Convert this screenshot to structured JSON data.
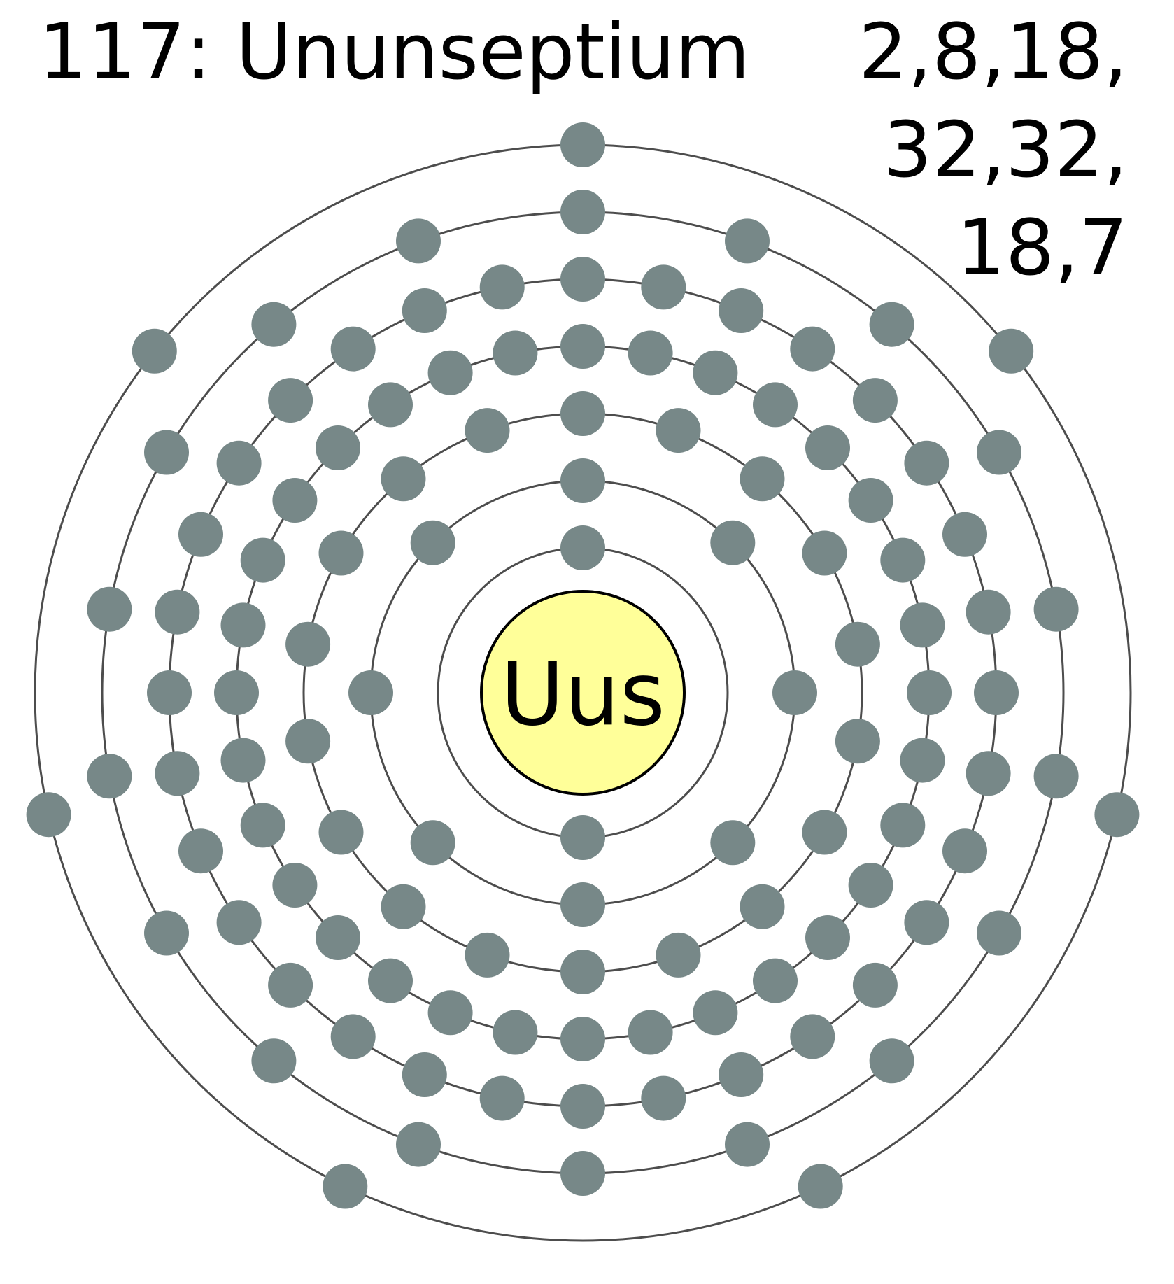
{
  "title": "117: Ununseptium",
  "configuration_lines": [
    "2,8,18,",
    "32,32,",
    "18,7"
  ],
  "nucleus": {
    "symbol": "Uus",
    "color": "#ffff99"
  },
  "shells": [
    {
      "shell": 1,
      "electrons": 2
    },
    {
      "shell": 2,
      "electrons": 8
    },
    {
      "shell": 3,
      "electrons": 18
    },
    {
      "shell": 4,
      "electrons": 32
    },
    {
      "shell": 5,
      "electrons": 32
    },
    {
      "shell": 6,
      "electrons": 18
    },
    {
      "shell": 7,
      "electrons": 7
    }
  ],
  "colors": {
    "electron": "#778888",
    "shell_ring": "#4d4d4d",
    "nucleus": "#ffff99"
  }
}
